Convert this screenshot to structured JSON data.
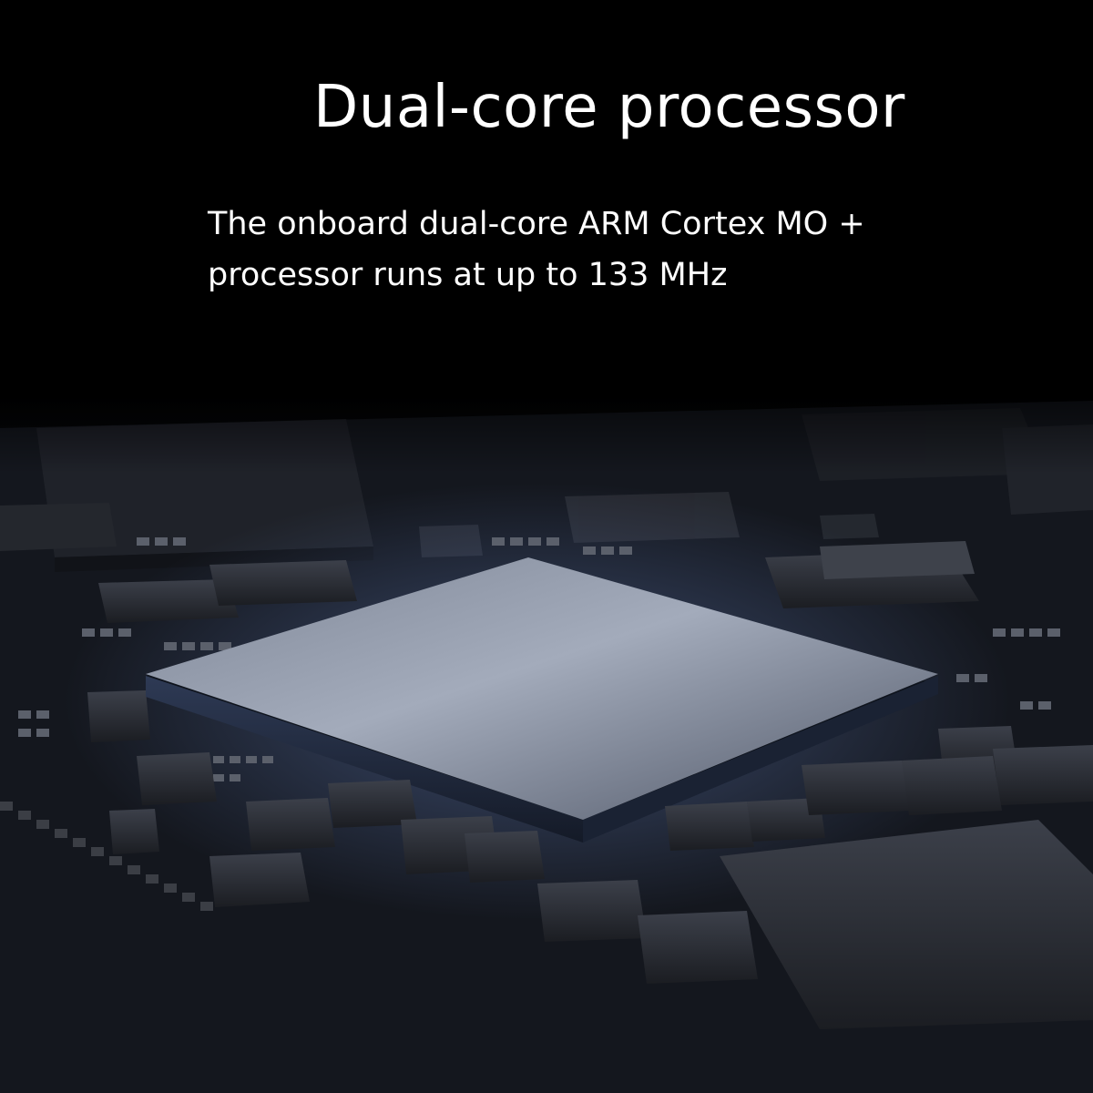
{
  "headline": {
    "title": "Dual-core processor",
    "description_line1": "The onboard dual-core ARM Cortex MO +",
    "description_line2": "processor runs at up to 133 MHz"
  },
  "colors": {
    "background": "#000000",
    "text": "#ffffff",
    "chip_glow": "#8fa3c9"
  }
}
